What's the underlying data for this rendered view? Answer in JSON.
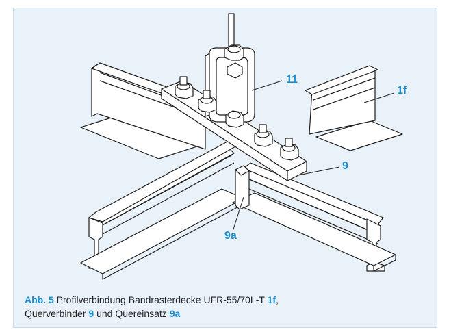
{
  "figure": {
    "callouts": {
      "c11": "11",
      "c1f": "1f",
      "c9": "9",
      "c9a": "9a"
    },
    "caption": {
      "label": "Abb. 5",
      "line1_text": " Profilverbindung Bandrasterdecke UFR-55/70L-T ",
      "ref_1f": "1f",
      "comma": ",",
      "line2_text": "Querverbinder ",
      "ref_9": "9",
      "mid_text": " und Quereinsatz ",
      "ref_9a": "9a"
    },
    "colors": {
      "accent": "#1a8fd0",
      "panel_background": "#eaf2f9",
      "line_art": "#1c1c1c"
    }
  }
}
